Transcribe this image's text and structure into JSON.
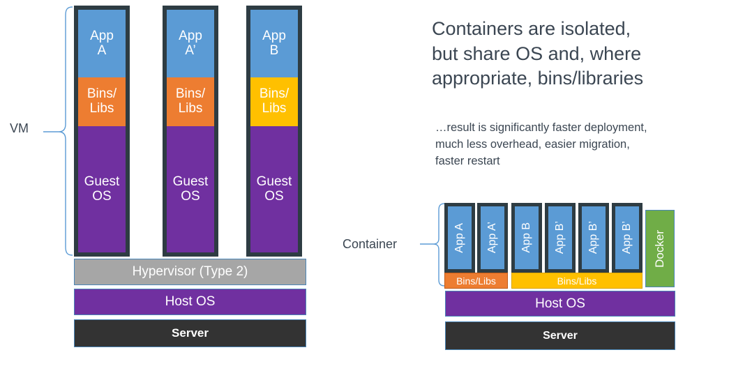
{
  "palette": {
    "app_blue": "#5B9BD5",
    "bins_orange": "#ED7D31",
    "bins_yellow": "#FFC000",
    "os_purple": "#7030A0",
    "hypervisor_gray": "#A6A6A6",
    "server_dark": "#333333",
    "docker_green": "#70AD47",
    "frame_dark": "#2E3C43",
    "text_slate": "#3B4652",
    "brace_blue": "#5B9BD5"
  },
  "vm_diagram": {
    "brace_label": "VM",
    "columns": [
      {
        "app": "App\nA",
        "bins": "Bins/\nLibs",
        "bins_color": "orange",
        "guest": "Guest\nOS"
      },
      {
        "app": "App\nA’",
        "bins": "Bins/\nLibs",
        "bins_color": "orange",
        "guest": "Guest\nOS"
      },
      {
        "app": "App\nB",
        "bins": "Bins/\nLibs",
        "bins_color": "yellow",
        "guest": "Guest\nOS"
      }
    ],
    "platform": [
      {
        "label": "Hypervisor (Type 2)",
        "color": "gray"
      },
      {
        "label": "Host OS",
        "color": "purple"
      },
      {
        "label": "Server",
        "color": "dark"
      }
    ]
  },
  "container_diagram": {
    "brace_label": "Container",
    "columns": [
      {
        "app": "App A"
      },
      {
        "app": "App A’"
      },
      {
        "app": "App B"
      },
      {
        "app": "App B’"
      },
      {
        "app": "App B’"
      },
      {
        "app": "App B’"
      }
    ],
    "docker": {
      "label": "Docker"
    },
    "bins_strips": [
      {
        "label": "Bins/Libs",
        "color": "orange"
      },
      {
        "label": "Bins/Libs",
        "color": "yellow"
      }
    ],
    "platform": [
      {
        "label": "Host OS",
        "color": "purple"
      },
      {
        "label": "Server",
        "color": "dark"
      }
    ]
  },
  "callout": {
    "headline": "Containers are isolated,\nbut share OS and, where\nappropriate, bins/libraries",
    "subtext": "…result is significantly faster deployment,\nmuch less overhead, easier migration,\nfaster restart"
  }
}
